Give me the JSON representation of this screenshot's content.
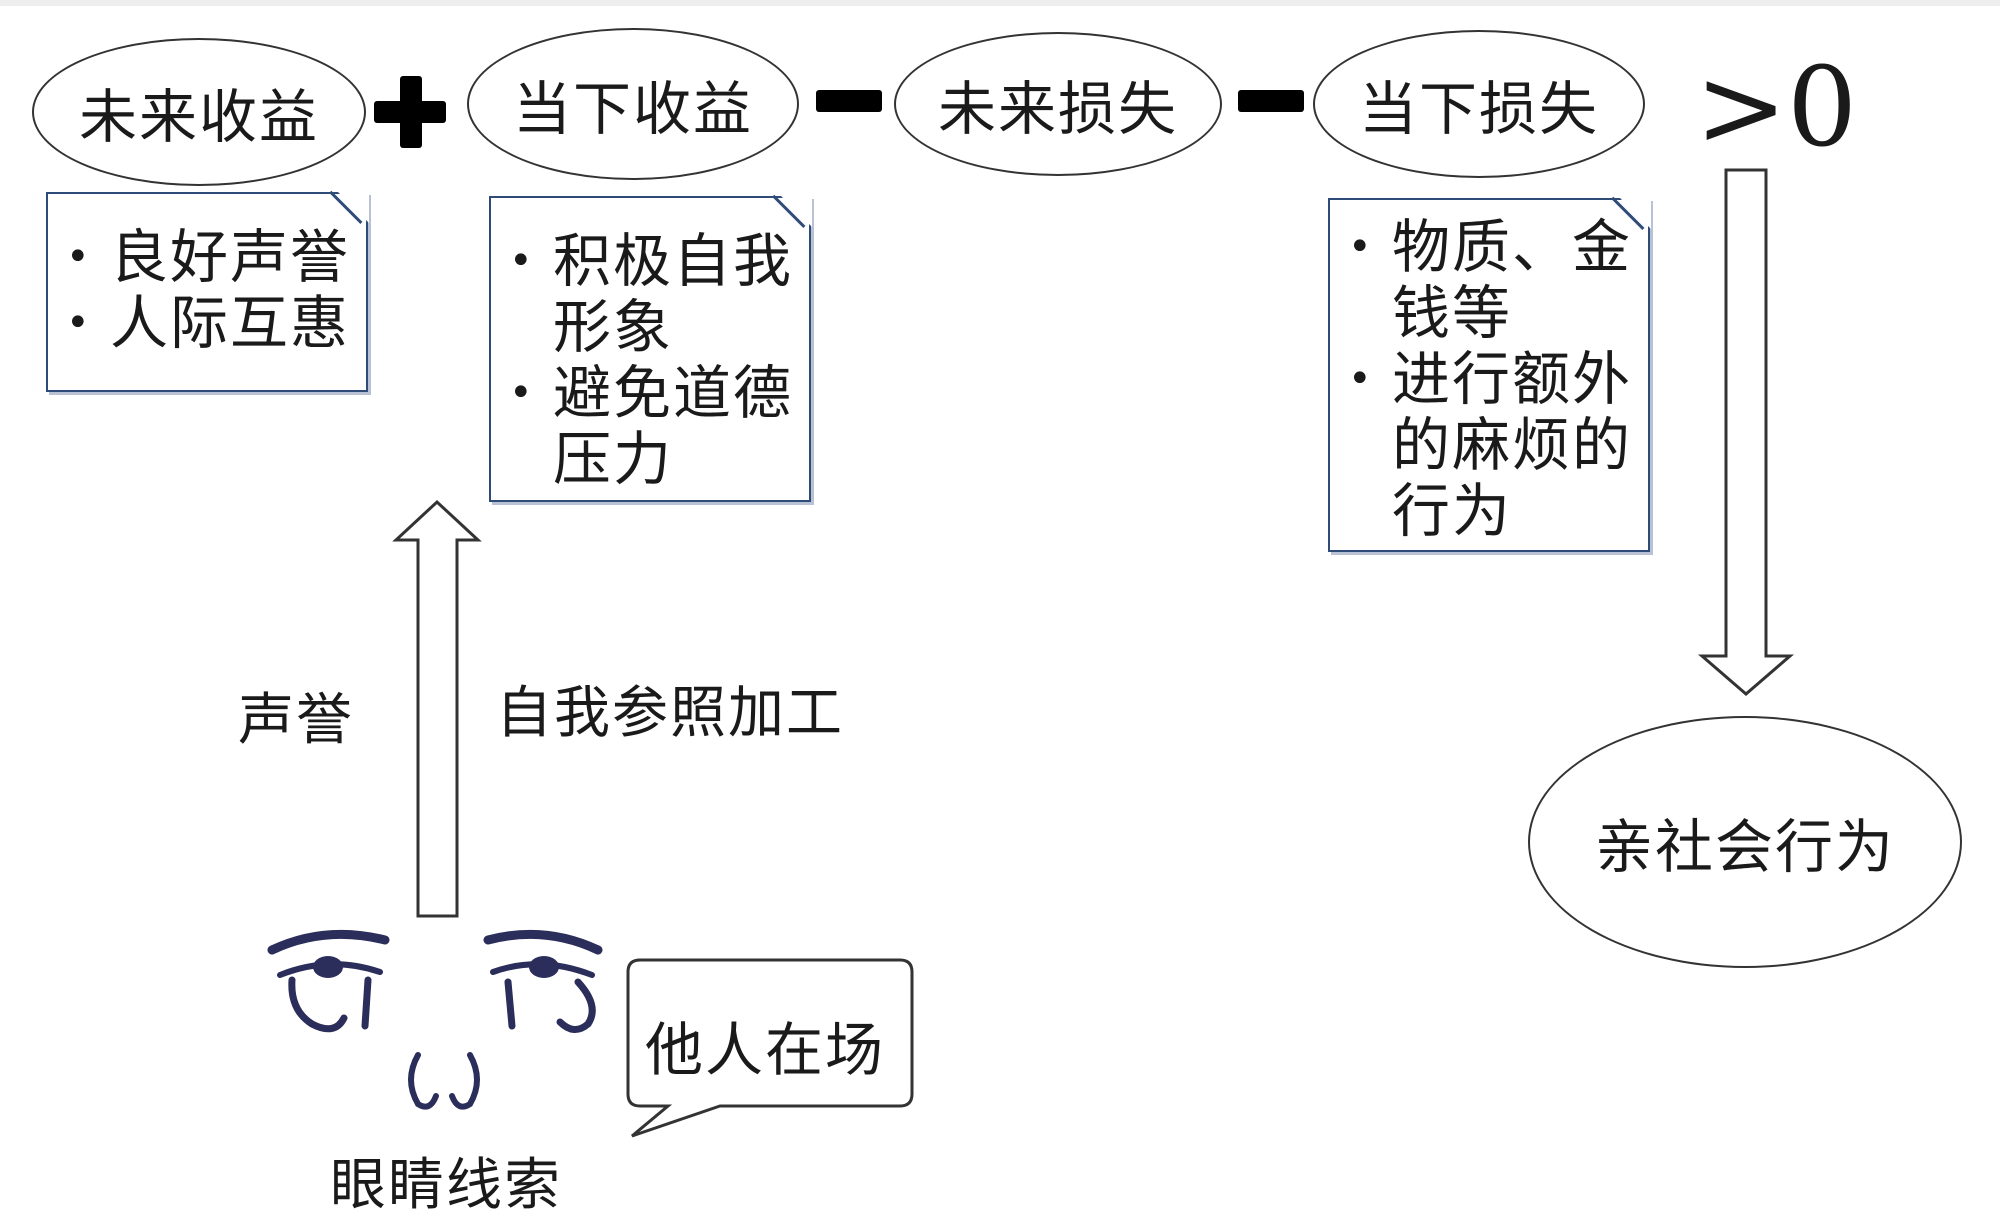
{
  "equation": {
    "terms": [
      {
        "id": "future-gain",
        "label": "未来收益"
      },
      {
        "id": "present-gain",
        "label": "当下收益"
      },
      {
        "id": "future-loss",
        "label": "未来损失"
      },
      {
        "id": "present-loss",
        "label": "当下损失"
      }
    ],
    "operators": [
      "+",
      "−",
      "−"
    ],
    "comparison": ">0"
  },
  "notes": {
    "future_gain": [
      "良好声誉",
      "人际互惠"
    ],
    "present_gain": [
      "积极自我形象",
      "避免道德压力"
    ],
    "present_loss": [
      "物质、金钱等",
      "进行额外的麻烦的行为"
    ]
  },
  "arrows": {
    "reputation_label": "声誉",
    "self_reference_label": "自我参照加工"
  },
  "result": {
    "label": "亲社会行为"
  },
  "cues": {
    "eyes_label": "眼睛线索",
    "bubble_label": "他人在场"
  }
}
